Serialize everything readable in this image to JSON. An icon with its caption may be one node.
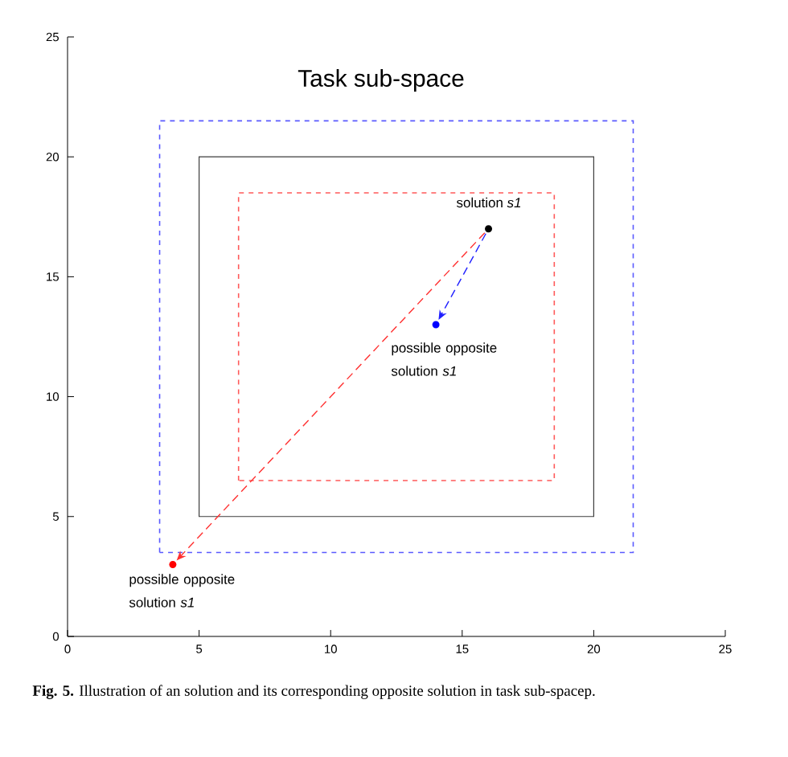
{
  "diagram": {
    "title": "Task sub-space",
    "caption": "**Fig. 5.** Illustration of an solution and its corresponding opposite solution in task sub-spacep.",
    "nodes": [
      {
        "text": [],
        "shape": "circle",
        "beside": [
          "solution *s1*"
        ]
      },
      {
        "text": [],
        "shape": "circle",
        "beside": [
          "possible opposite solution *s1*"
        ]
      },
      {
        "text": [],
        "shape": "circle",
        "beside": [
          "possible opposite solution *s1*"
        ]
      }
    ],
    "edges": [
      {
        "from": 0,
        "to": 1,
        "arrow": "to",
        "style": "dashed",
        "color": "#1f1fff"
      },
      {
        "from": 0,
        "to": 2,
        "arrow": "to",
        "style": "dashed",
        "color": "#ff3030"
      }
    ],
    "labels": [
      "0",
      "5",
      "10",
      "15",
      "20",
      "25",
      "0",
      "5",
      "10",
      "15",
      "20",
      "25"
    ]
  }
}
